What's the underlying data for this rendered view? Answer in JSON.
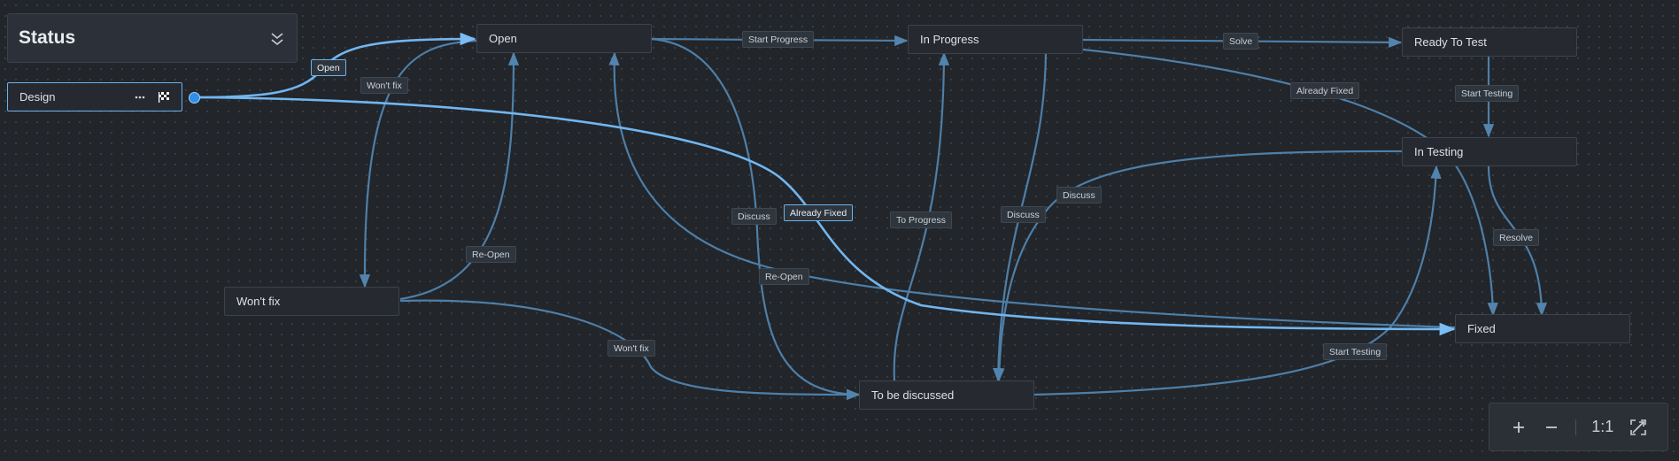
{
  "panel": {
    "title": "Status"
  },
  "nodes": {
    "design": "Design",
    "open": "Open",
    "in_progress": "In Progress",
    "ready_to_test": "Ready To Test",
    "in_testing": "In Testing",
    "wont_fix": "Won't fix",
    "fixed": "Fixed",
    "to_be_discussed": "To be discussed"
  },
  "transitions": {
    "open": "Open",
    "wont_fix_top": "Won't fix",
    "start_progress": "Start Progress",
    "solve": "Solve",
    "already_fixed_top": "Already Fixed",
    "start_testing_top": "Start Testing",
    "discuss_left": "Discuss",
    "already_fixed_mid": "Already Fixed",
    "to_progress": "To Progress",
    "discuss_mid": "Discuss",
    "discuss_right": "Discuss",
    "resolve": "Resolve",
    "re_open_left": "Re-Open",
    "re_open_mid": "Re-Open",
    "wont_fix_bottom": "Won't fix",
    "start_testing_bottom": "Start Testing"
  },
  "zoom": {
    "fit_label": "1:1"
  },
  "colors": {
    "edge": "#4e7fa8",
    "edge_selected": "#72b6ef",
    "accent": "#2f8fe6",
    "background": "#22252a"
  }
}
